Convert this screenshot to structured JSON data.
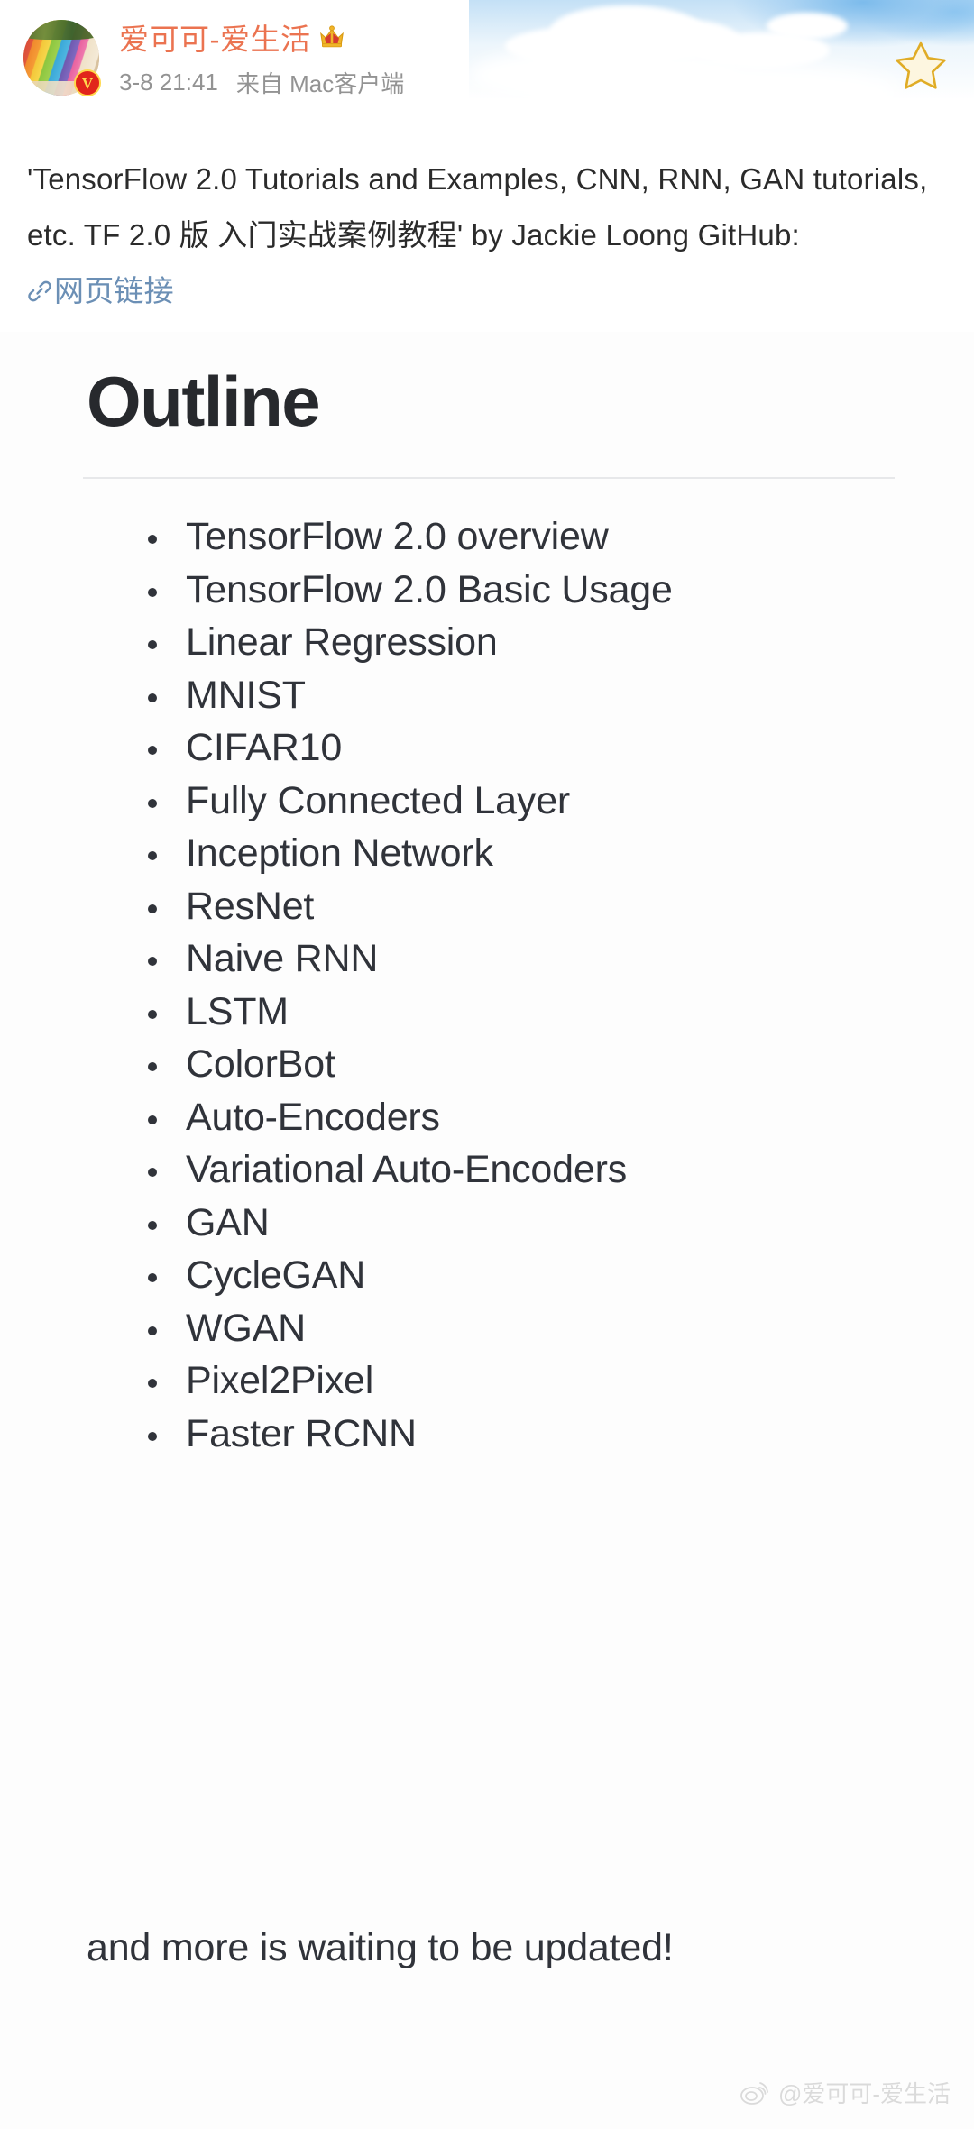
{
  "header": {
    "username": "爱可可-爱生活",
    "crown_icon": "crown-icon",
    "verified_badge": "V",
    "timestamp": "3-8 21:41",
    "source": "来自 Mac客户端",
    "star_icon": "star-icon",
    "avatar_alt": "rainbow-cake-avatar"
  },
  "post": {
    "text_part1": "'TensorFlow 2.0 Tutorials and Examples, CNN, RNN, GAN tutorials, etc. TF 2.0 版 入门实战案例教程' by Jackie Loong GitHub: ",
    "link_icon": "link-icon",
    "link_label": "网页链接"
  },
  "slide": {
    "title": "Outline",
    "items": [
      "TensorFlow 2.0 overview",
      "TensorFlow 2.0 Basic Usage",
      "Linear Regression",
      "MNIST",
      "CIFAR10",
      "Fully Connected Layer",
      "Inception Network",
      "ResNet",
      "Naive RNN",
      "LSTM",
      "ColorBot",
      "Auto-Encoders",
      "Variational Auto-Encoders",
      "GAN",
      "CycleGAN",
      "WGAN",
      "Pixel2Pixel",
      "Faster RCNN"
    ],
    "footer": "and more is waiting to be updated!"
  },
  "watermark": {
    "logo_icon": "weibo-eye-logo-icon",
    "text": "@爱可可-爱生活"
  },
  "colors": {
    "username": "#eb7350",
    "meta": "#939393",
    "body_text": "#2b2b2b",
    "link": "#6b8fb5",
    "slide_text": "#30333a",
    "star": "#e8b33a",
    "verify_badge": "#e1251b"
  }
}
